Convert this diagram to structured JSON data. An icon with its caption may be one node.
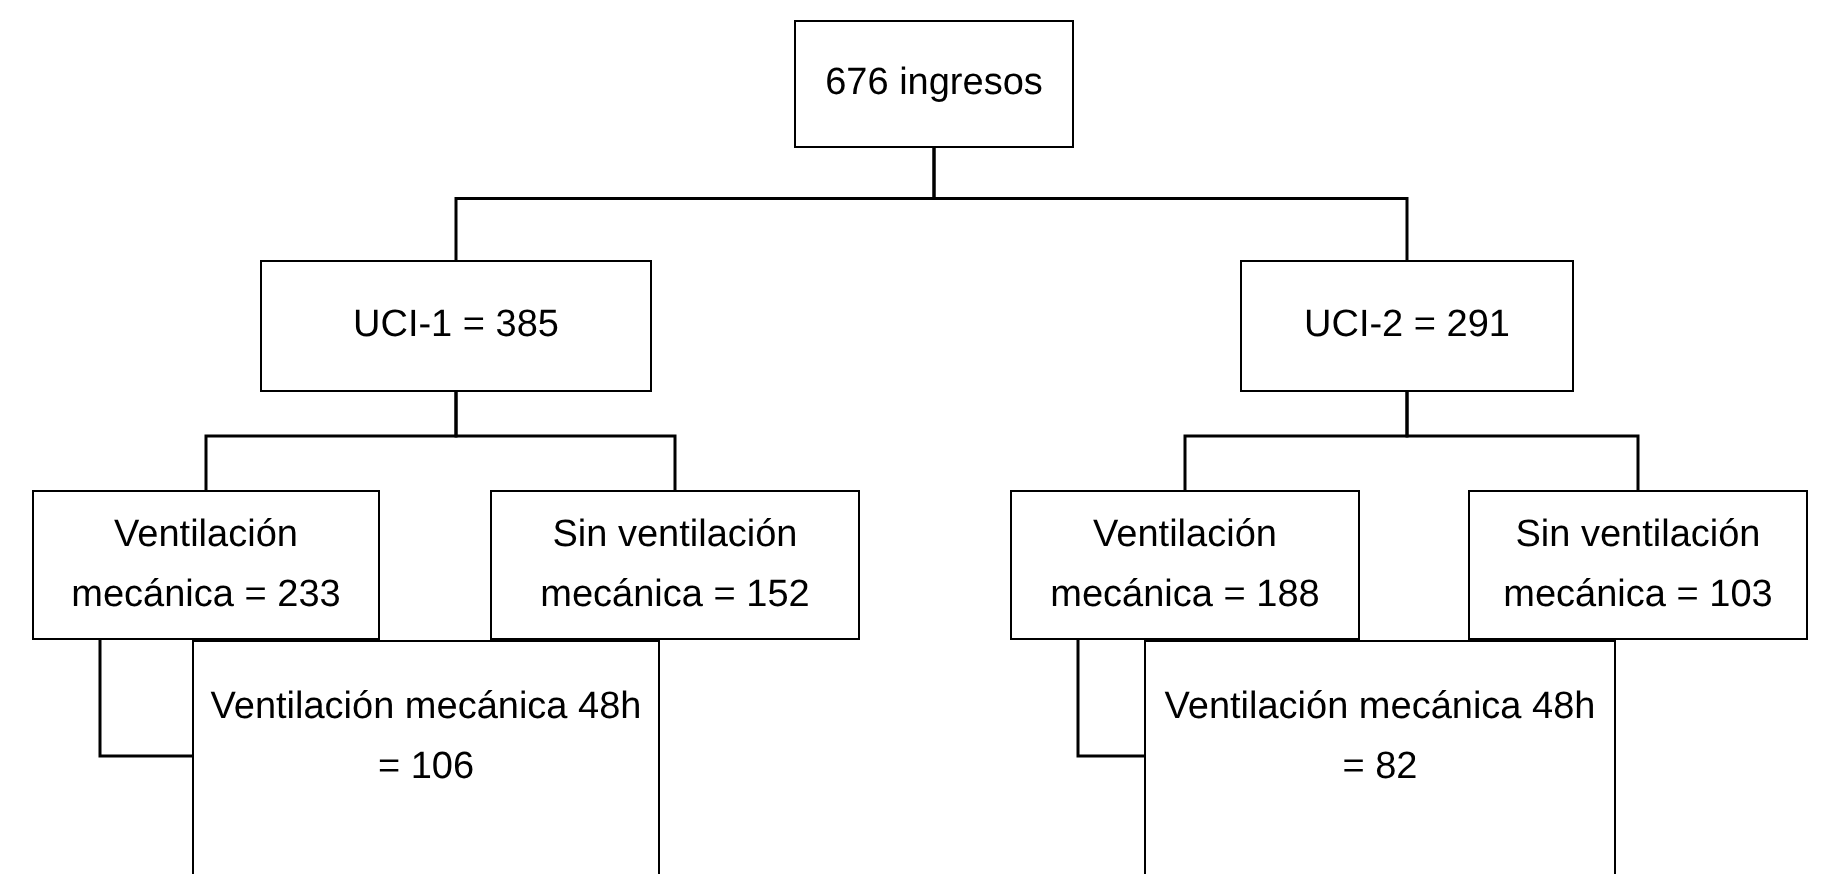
{
  "diagram": {
    "nodes": [
      {
        "text": [
          "676 ingresos"
        ]
      },
      {
        "text": [
          "UCI-1 = 385"
        ]
      },
      {
        "text": [
          "UCI-2 = 291"
        ]
      },
      {
        "text": [
          "Ventilación mecánica = 233"
        ]
      },
      {
        "text": [
          "Sin ventilación mecánica = 152"
        ]
      },
      {
        "text": [
          "Ventilación mecánica = 188"
        ]
      },
      {
        "text": [
          "Sin ventilación mecánica = 103"
        ]
      },
      {
        "text": [
          "Ventilación mecánica 48h = 106"
        ]
      },
      {
        "text": [
          "Ventilación mecánica 48h = 82"
        ]
      }
    ],
    "edges": [
      {
        "from": 0,
        "to": 1,
        "arrow": "none"
      },
      {
        "from": 0,
        "to": 2,
        "arrow": "none"
      },
      {
        "from": 1,
        "to": 3,
        "arrow": "none"
      },
      {
        "from": 1,
        "to": 4,
        "arrow": "none"
      },
      {
        "from": 2,
        "to": 5,
        "arrow": "none"
      },
      {
        "from": 2,
        "to": 6,
        "arrow": "none"
      },
      {
        "from": 3,
        "to": 7,
        "arrow": "none"
      },
      {
        "from": 5,
        "to": 8,
        "arrow": "none"
      }
    ]
  }
}
